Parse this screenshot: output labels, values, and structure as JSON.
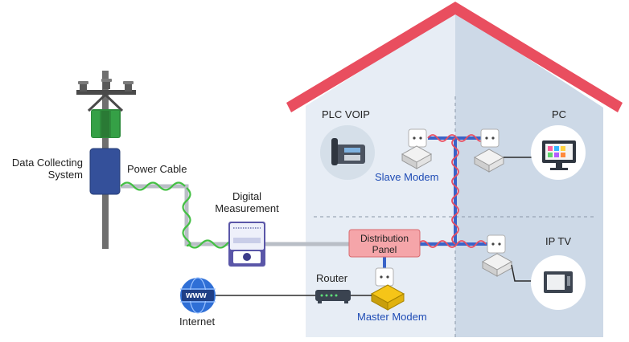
{
  "labels": {
    "data_collecting_system": [
      "Data Collecting",
      "System"
    ],
    "power_cable": "Power Cable",
    "digital_measurement": [
      "Digital",
      "Measurement"
    ],
    "plc_voip": "PLC VOIP",
    "pc": "PC",
    "slave_modem": "Slave Modem",
    "distribution_panel": [
      "Distribution",
      "Panel"
    ],
    "ip_tv": "IP TV",
    "router": "Router",
    "master_modem": "Master Modem",
    "internet": "Internet",
    "globe_text": "www"
  },
  "colors": {
    "roof": "#e94e5f",
    "house_left": "#e7edf5",
    "house_right": "#cdd9e7",
    "power_cable": "#b9bec6",
    "signal_wave": "#43c043",
    "house_wiring": "#3a63c8",
    "house_signal": "#e84e62",
    "label_blue": "#1e4bb5",
    "panel_fill": "#f5a5a9"
  },
  "icons": [
    "utility-pole-icon",
    "data-collector-icon",
    "meter-icon",
    "phone-icon",
    "monitor-icon",
    "tv-icon",
    "plug-icon",
    "globe-icon",
    "router-icon",
    "modem-icon"
  ]
}
